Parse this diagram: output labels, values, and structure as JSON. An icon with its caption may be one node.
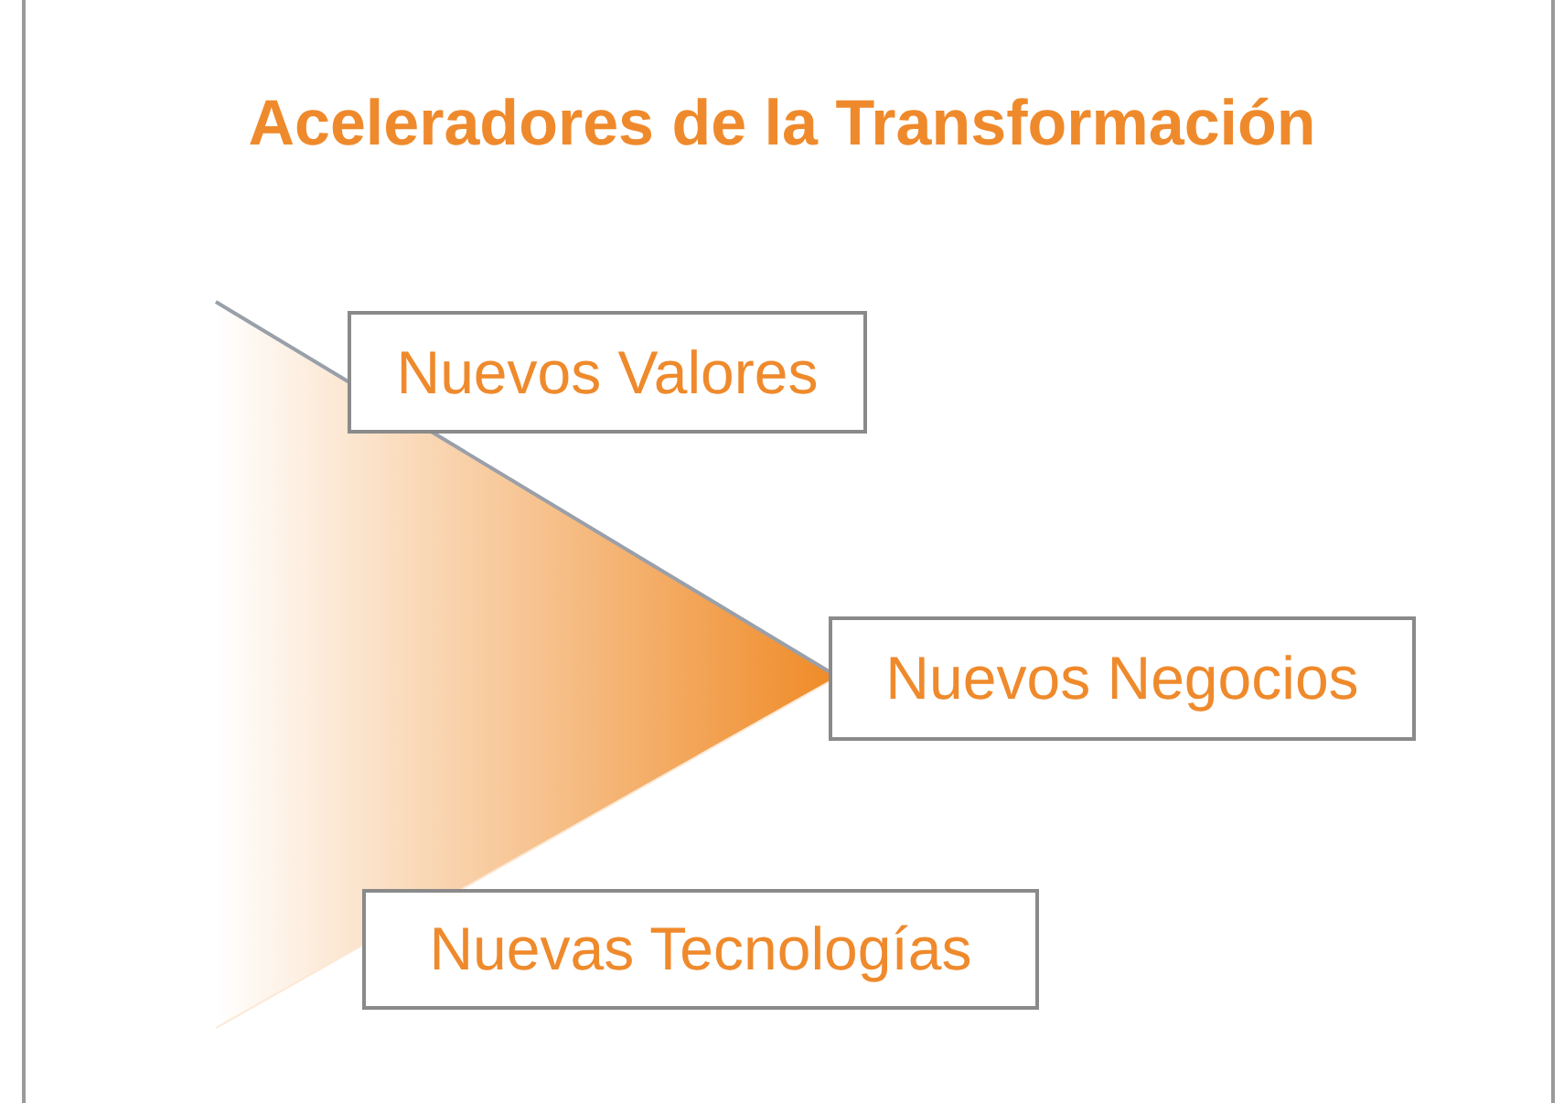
{
  "diagram": {
    "title": "Aceleradores de la Transformación",
    "nodes": [
      {
        "text": [
          "Nuevos Valores"
        ]
      },
      {
        "text": [
          "Nuevos Negocios"
        ]
      },
      {
        "text": [
          "Nuevas Tecnologías"
        ]
      }
    ]
  }
}
